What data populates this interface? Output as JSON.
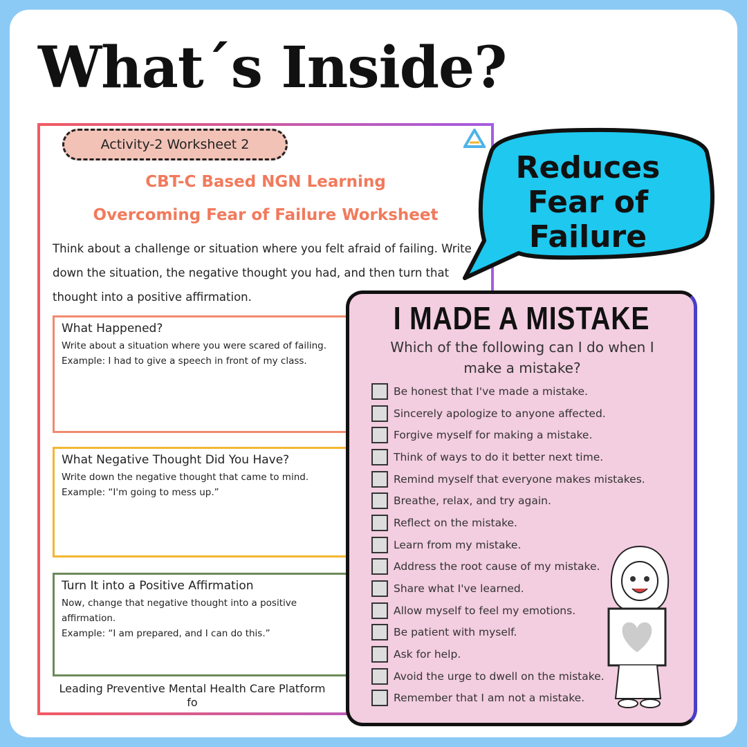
{
  "title": "What´s Inside?",
  "worksheet": {
    "tag": "Activity-2 Worksheet 2",
    "heading1": "CBT-C Based NGN Learning",
    "heading2": "Overcoming Fear of Failure Worksheet",
    "intro": "Think about a challenge or situation where you felt afraid of failing. Write down the situation, the negative thought you had, and then turn that thought into a positive affirmation.",
    "sections": [
      {
        "title": "What Happened?",
        "prompt": "Write about a situation where you were scared of failing.",
        "example": "Example: I had to give a speech in front of my class.",
        "color": "#f08a6e"
      },
      {
        "title": "What Negative Thought Did You Have?",
        "prompt": "Write down the negative thought that came to mind.",
        "example": "Example: “I'm going to mess up.”",
        "color": "#f2b632"
      },
      {
        "title": "Turn It into a Positive Affirmation",
        "prompt": "Now, change that negative thought into a positive affirmation.",
        "example": "Example: “I am prepared, and I can do this.”",
        "color": "#6b8a5a"
      }
    ],
    "footer": "Leading Preventive Mental Health Care Platform fo"
  },
  "bubble": {
    "text": "Reduces Fear of Failure",
    "color": "#1ec8ee"
  },
  "checklist": {
    "title": "I MADE A MISTAKE",
    "question": "Which of the following can I do when I make a mistake?",
    "items": [
      "Be honest that I've made a mistake.",
      "Sincerely apologize to anyone affected.",
      "Forgive myself for making a mistake.",
      "Think of ways to do it better next time.",
      "Remind myself that everyone makes mistakes.",
      "Breathe, relax, and try again.",
      "Reflect on the mistake.",
      "Learn from my mistake.",
      "Address the root cause of my mistake.",
      "Share what I've learned.",
      "Allow myself to feel my emotions.",
      "Be patient with myself.",
      "Ask for help.",
      "Avoid the urge to dwell on the mistake.",
      "Remember that I am not a mistake."
    ]
  }
}
